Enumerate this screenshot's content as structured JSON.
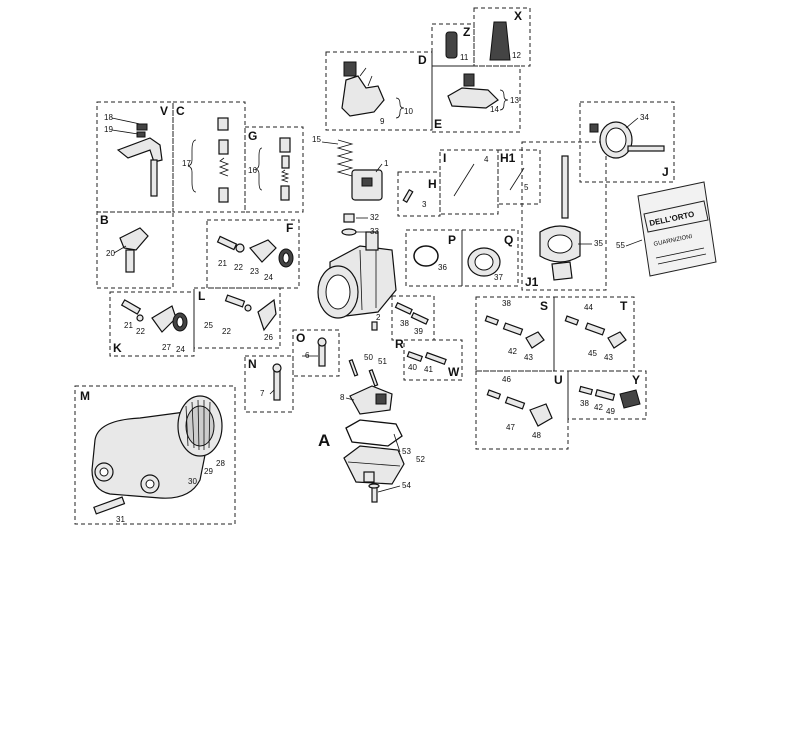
{
  "diagram": {
    "main_label": "A",
    "group_letters": {
      "V": "V",
      "C": "C",
      "G": "G",
      "B": "B",
      "F": "F",
      "K": "K",
      "L": "L",
      "M": "M",
      "N": "N",
      "O": "O",
      "D": "D",
      "E": "E",
      "Z": "Z",
      "X": "X",
      "H": "H",
      "I": "I",
      "H1": "H1",
      "J": "J",
      "J1": "J1",
      "P": "P",
      "Q": "Q",
      "R": "R",
      "W": "W",
      "S": "S",
      "T": "T",
      "U": "U",
      "Y": "Y"
    },
    "part_numbers": {
      "p1": "1",
      "p2": "2",
      "p3": "3",
      "p4": "4",
      "p5": "5",
      "p6": "6",
      "p7": "7",
      "p8": "8",
      "p9": "9",
      "p10": "10",
      "p11": "11",
      "p12": "12",
      "p13": "13",
      "p14": "14",
      "p15": "15",
      "p16": "16",
      "p17": "17",
      "p18": "18",
      "p19": "19",
      "p20": "20",
      "p21a": "21",
      "p21b": "21",
      "p22a": "22",
      "p22b": "22",
      "p22c": "22",
      "p23": "23",
      "p24a": "24",
      "p24b": "24",
      "p25": "25",
      "p26": "26",
      "p27": "27",
      "p28": "28",
      "p29": "29",
      "p30": "30",
      "p31": "31",
      "p32": "32",
      "p33": "33",
      "p34": "34",
      "p35": "35",
      "p36": "36",
      "p37": "37",
      "p38a": "38",
      "p38b": "38",
      "p38c": "38",
      "p39": "39",
      "p40": "40",
      "p41": "41",
      "p42a": "42",
      "p42b": "42",
      "p43a": "43",
      "p43b": "43",
      "p44": "44",
      "p45": "45",
      "p46": "46",
      "p47": "47",
      "p48": "48",
      "p49": "49",
      "p50": "50",
      "p51": "51",
      "p52": "52",
      "p53": "53",
      "p54": "54",
      "p55": "55"
    },
    "kit_bag": {
      "brand": "DELL'ORTO",
      "line2": "GUARNIZIONI"
    }
  }
}
